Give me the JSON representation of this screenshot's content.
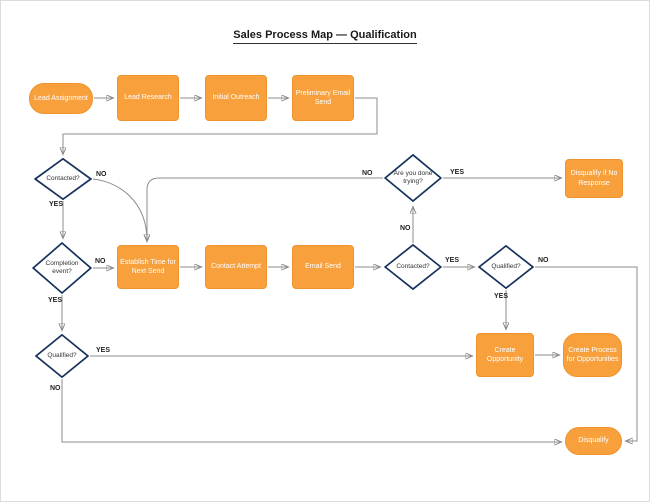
{
  "title": "Sales Process Map — Qualification",
  "colors": {
    "node-fill": "#F7A03C",
    "node-border": "#EE9330",
    "node-text": "#FFFFFF",
    "diamond-border": "#16325C",
    "diamond-text": "#333333",
    "line": "#8C8C8C",
    "arrow": "#4A4A4A",
    "label-text": "#222222"
  },
  "nodes": {
    "lead_assignment": {
      "label": "Lead Assignment",
      "type": "terminator"
    },
    "lead_research": {
      "label": "Lead Research",
      "type": "process"
    },
    "initial_outreach": {
      "label": "Initial Outreach",
      "type": "process"
    },
    "preliminary_email_send": {
      "label": "Preliminary Email Send",
      "type": "process"
    },
    "contacted_1": {
      "label": "Contacted?",
      "type": "decision"
    },
    "are_you_done_trying": {
      "label": "Are you done trying?",
      "type": "decision"
    },
    "disqualify_if_no_response": {
      "label": "Disqualify if No Response",
      "type": "process"
    },
    "completion_event": {
      "label": "Completion event?",
      "type": "decision"
    },
    "establish_time": {
      "label": "Establish Time for Next Send",
      "type": "process"
    },
    "contact_attempt": {
      "label": "Contact Attempt",
      "type": "process"
    },
    "email_send": {
      "label": "Email Send",
      "type": "process"
    },
    "contacted_2": {
      "label": "Contacted?",
      "type": "decision"
    },
    "qualified_right": {
      "label": "Qualified?",
      "type": "decision"
    },
    "qualified_left": {
      "label": "Qualified?",
      "type": "decision"
    },
    "create_opportunity": {
      "label": "Create Opportunity",
      "type": "process"
    },
    "create_process_for_opportunities": {
      "label": "Create Process for Opportunities",
      "type": "terminator"
    },
    "disqualify": {
      "label": "Disqualify",
      "type": "terminator"
    }
  },
  "edge_labels": {
    "contacted1_no": "NO",
    "contacted1_yes": "YES",
    "done_trying_no": "NO",
    "done_trying_yes": "YES",
    "completion_no": "NO",
    "completion_yes": "YES",
    "contacted2_no": "NO",
    "contacted2_yes": "YES",
    "qualified_right_no": "NO",
    "qualified_right_yes": "YES",
    "qualified_left_yes": "YES",
    "qualified_left_no": "NO"
  }
}
